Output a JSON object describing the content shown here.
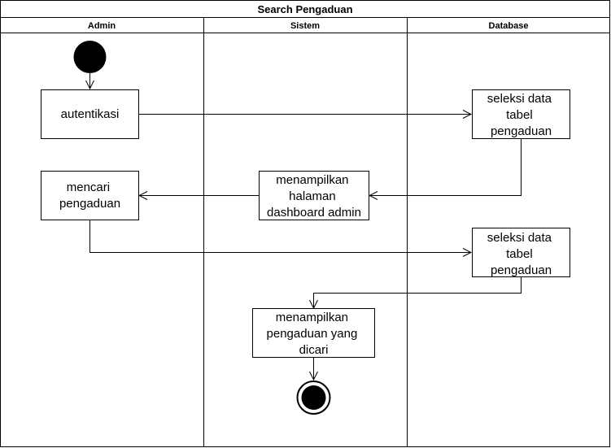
{
  "diagram": {
    "title": "Search Pengaduan",
    "lanes": [
      {
        "id": "admin",
        "label": "Admin"
      },
      {
        "id": "sistem",
        "label": "Sistem"
      },
      {
        "id": "database",
        "label": "Database"
      }
    ],
    "activities": {
      "autentikasi": [
        "autentikasi"
      ],
      "seleksi_1": [
        "seleksi data",
        "tabel",
        "pengaduan"
      ],
      "mencari": [
        "mencari",
        "pengaduan"
      ],
      "menampilkan_dashboard": [
        "menampilkan",
        "halaman",
        "dashboard admin"
      ],
      "seleksi_2": [
        "seleksi data",
        "tabel",
        "pengaduan"
      ],
      "menampilkan_hasil": [
        "menampilkan",
        "pengaduan yang",
        "dicari"
      ]
    }
  }
}
